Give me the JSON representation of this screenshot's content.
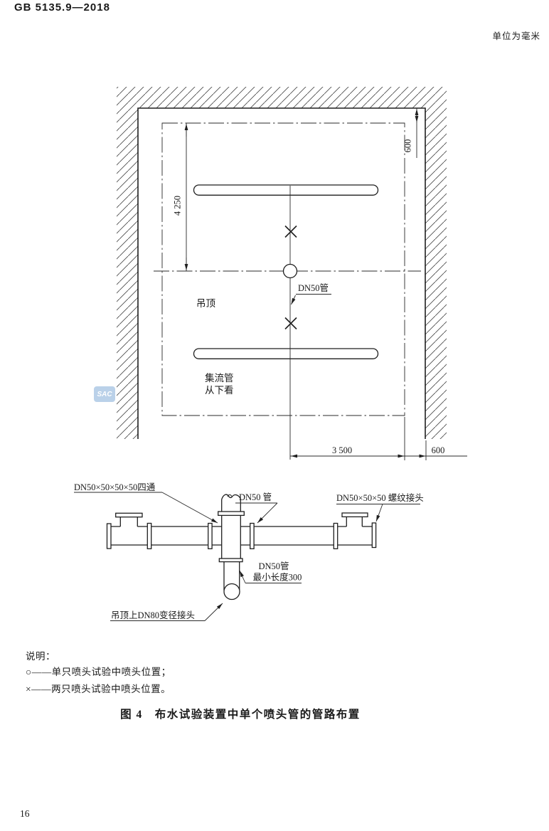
{
  "header": {
    "standard_number": "GB 5135.9—2018",
    "unit_note": "单位为毫米"
  },
  "plan_view": {
    "dim_room_length": "4 250",
    "dim_wall_offset_top": "600",
    "dim_center_to_edge": "3 500",
    "dim_wall_offset_bottom": "600",
    "label_pipe": "DN50管",
    "label_ceiling": "吊顶",
    "label_collector_line1": "集流管",
    "label_collector_line2": "从下看"
  },
  "assembly": {
    "label_cross_fitting": "DN50×50×50×50四通",
    "label_pipe": "DN50 管",
    "label_threaded_tee": "DN50×50×50 螺纹接头",
    "label_min_length_line1": "DN50管",
    "label_min_length_line2": "最小长度300",
    "label_reducer": "吊顶上DN80变径接头"
  },
  "legend": {
    "heading": "说明：",
    "items": [
      {
        "symbol": "○",
        "text": "——单只喷头试验中喷头位置；"
      },
      {
        "symbol": "×",
        "text": "——两只喷头试验中喷头位置。"
      }
    ]
  },
  "caption": "图 4　布水试验装置中单个喷头管的管路布置",
  "page_number": "16",
  "watermark": "SAC",
  "colors": {
    "line": "#1f1f1f",
    "hatch": "#4d4d4d",
    "watermark_bg": "#aac6e4",
    "watermark_text": "#ffffff"
  }
}
